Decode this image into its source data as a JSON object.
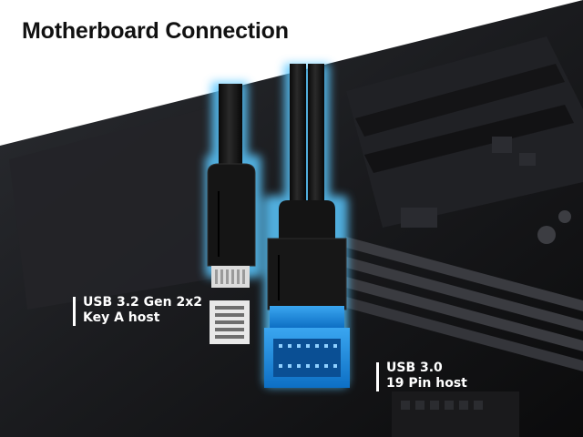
{
  "title": "Motherboard Connection",
  "labels": {
    "left": {
      "line1": "USB 3.2 Gen 2x2",
      "line2": "Key A host"
    },
    "right": {
      "line1": "USB 3.0",
      "line2": "19 Pin host"
    }
  },
  "colors": {
    "background_top": "#ffffff",
    "board": "#1b1c1f",
    "accent_blue": "#1a8de0",
    "glow": "#5ac8ff",
    "text_dark": "#111111",
    "text_light": "#ffffff"
  }
}
